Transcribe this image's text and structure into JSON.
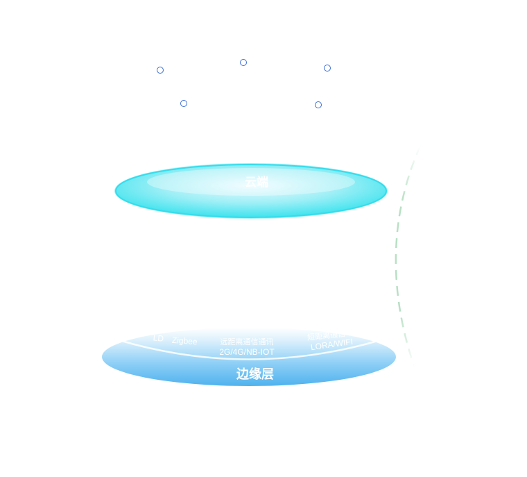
{
  "top_disc": {
    "label": "云端"
  },
  "edge_disc": {
    "label": "边缘层",
    "protocols": {
      "left_fragment": "LD",
      "zigbee": "Zigbee",
      "longrange_title": "远距离通信通讯",
      "longrange_values": "2G/4G/NB-IOT",
      "right_title": "短距离通信",
      "right_values": "LORA/WIFI"
    }
  },
  "colors": {
    "top_disc": "#3FE3EE",
    "edge_disc": "#56B8F0",
    "node_stroke": "#3A6FD8",
    "dashed_arc": "#B8E0C4"
  }
}
